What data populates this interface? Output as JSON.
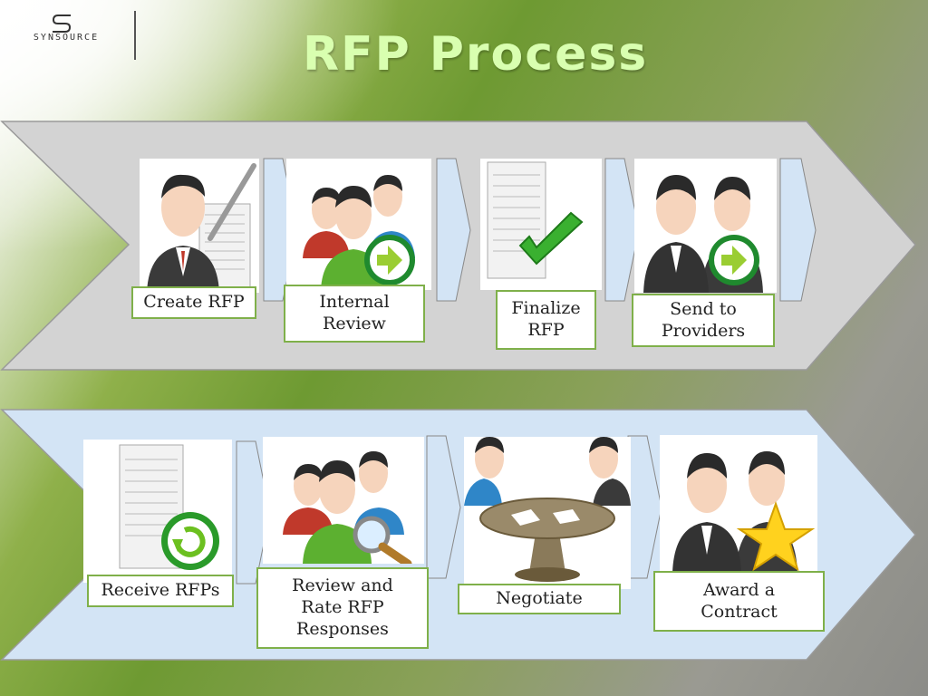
{
  "header": {
    "logo_text": "SYNSOURCE",
    "title": "RFP Process"
  },
  "steps_row1": [
    {
      "label": "Create RFP",
      "icon": "person-pen-document-icon"
    },
    {
      "label": "Internal\nReview",
      "icon": "group-arrow-icon"
    },
    {
      "label": "Finalize\nRFP",
      "icon": "document-checkmark-icon"
    },
    {
      "label": "Send to\nProviders",
      "icon": "pair-arrow-icon"
    }
  ],
  "steps_row2": [
    {
      "label": "Receive RFPs",
      "icon": "document-refresh-icon"
    },
    {
      "label": "Review and\nRate RFP\nResponses",
      "icon": "group-magnifier-icon"
    },
    {
      "label": "Negotiate",
      "icon": "meeting-table-icon"
    },
    {
      "label": "Award a\nContract",
      "icon": "pair-star-icon"
    }
  ],
  "colors": {
    "band_top": "#d3d3d3",
    "band_bottom": "#d3e4f5",
    "label_border": "#7fb04a",
    "title": "#d9ffb0",
    "chevron": "#d3e4f5"
  }
}
